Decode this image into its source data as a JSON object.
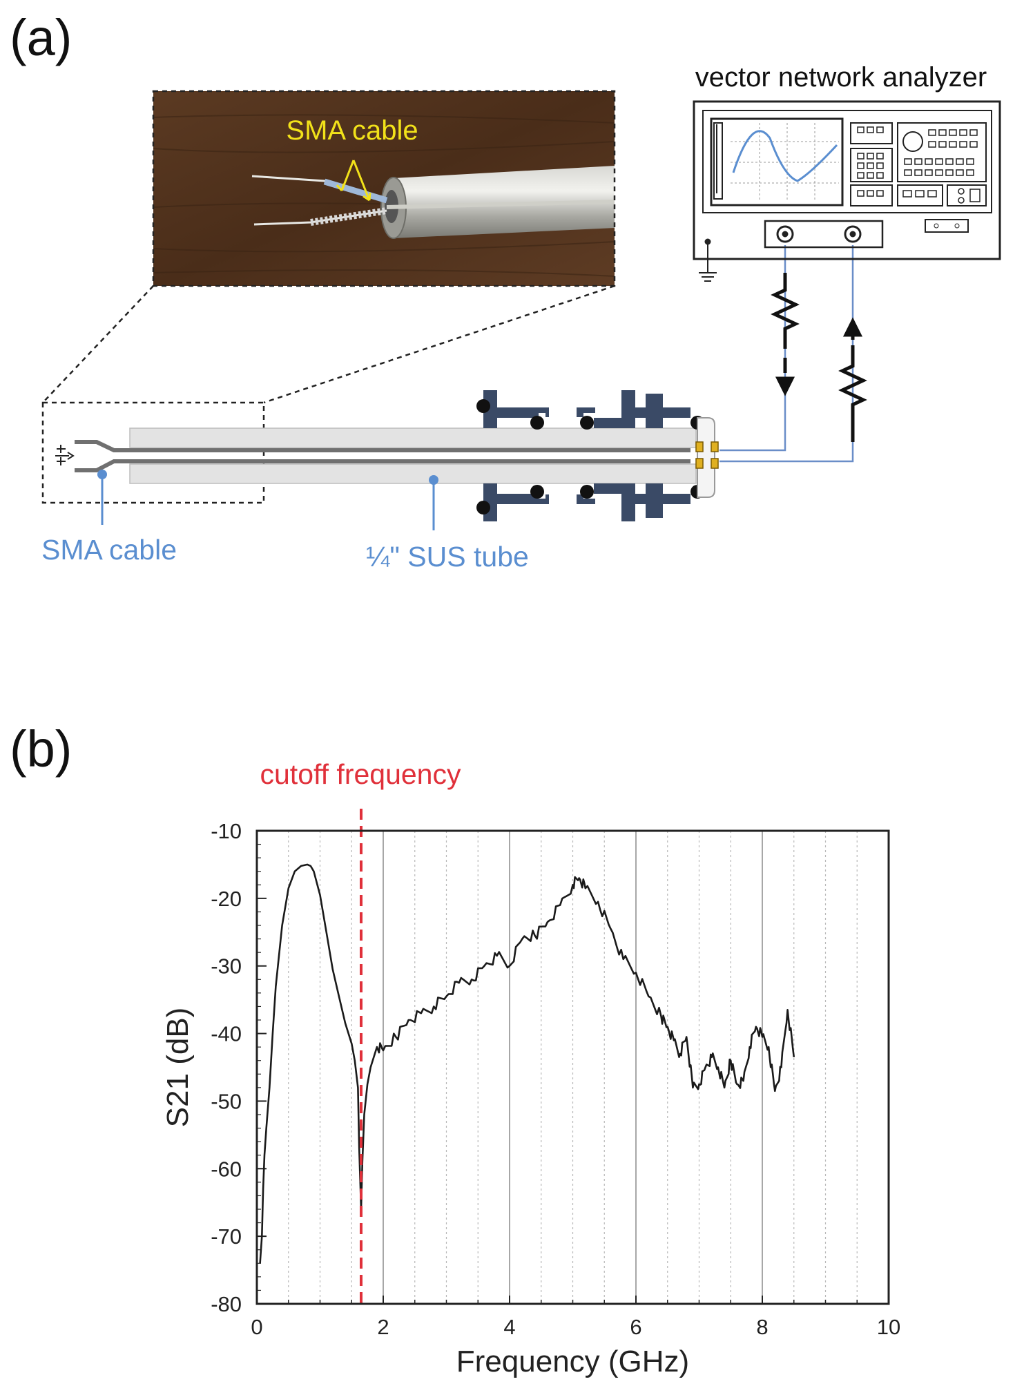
{
  "panel_a": {
    "label": "(a)",
    "photo_label": "SMA cable",
    "vna_label": "vector network analyzer",
    "sma_label": "SMA cable",
    "tube_label": "¼\" SUS tube",
    "colors": {
      "photo_label": "#f2e21a",
      "callout": "#5a8ed0",
      "navy": "#3a4a66",
      "gold": "#e0b020"
    }
  },
  "panel_b": {
    "label": "(b)",
    "cutoff_label": "cutoff frequency",
    "cutoff_color": "#e0303a"
  },
  "chart_data": {
    "type": "line",
    "xlabel": "Frequency (GHz)",
    "ylabel": "S21 (dB)",
    "xlim": [
      0,
      10
    ],
    "ylim": [
      -80,
      -10
    ],
    "xticks": [
      0,
      2,
      4,
      6,
      8,
      10
    ],
    "yticks": [
      -10,
      -20,
      -30,
      -40,
      -50,
      -60,
      -70,
      -80
    ],
    "minor_grid_x_step": 0.5,
    "grid": true,
    "cutoff_frequency": 1.65,
    "series": [
      {
        "color": "#1a1a1a",
        "x": [
          0.05,
          0.08,
          0.1,
          0.12,
          0.15,
          0.2,
          0.25,
          0.3,
          0.4,
          0.5,
          0.6,
          0.7,
          0.8,
          0.85,
          0.9,
          1.0,
          1.1,
          1.2,
          1.3,
          1.4,
          1.5,
          1.55,
          1.6,
          1.62,
          1.65,
          1.67,
          1.7,
          1.75,
          1.8,
          1.9,
          2.0,
          2.2,
          2.4,
          2.6,
          2.8,
          3.0,
          3.2,
          3.4,
          3.6,
          3.8,
          4.0,
          4.2,
          4.4,
          4.6,
          4.8,
          5.0,
          5.1,
          5.2,
          5.4,
          5.6,
          5.8,
          6.0,
          6.2,
          6.4,
          6.5,
          6.6,
          6.7,
          6.8,
          6.9,
          7.0,
          7.1,
          7.2,
          7.3,
          7.4,
          7.5,
          7.6,
          7.7,
          7.8,
          7.9,
          8.0,
          8.1,
          8.2,
          8.3,
          8.4,
          8.5
        ],
        "y": [
          -74,
          -70,
          -63,
          -58,
          -54,
          -48,
          -40,
          -33,
          -24,
          -18.5,
          -16,
          -15.2,
          -15,
          -15.2,
          -16,
          -19.5,
          -25,
          -30.5,
          -34.5,
          -38.5,
          -41.5,
          -44,
          -48,
          -57,
          -66,
          -59,
          -52,
          -47.5,
          -45,
          -42,
          -42.5,
          -40.5,
          -38,
          -37,
          -36,
          -34.5,
          -32.5,
          -32,
          -30,
          -28.5,
          -30,
          -26,
          -25.5,
          -23.5,
          -21,
          -18,
          -17,
          -18.5,
          -20.5,
          -24.5,
          -29,
          -31,
          -34.5,
          -37.5,
          -39,
          -41,
          -43,
          -40.5,
          -48,
          -47.5,
          -45,
          -43.5,
          -45,
          -48,
          -44,
          -47.5,
          -47,
          -42,
          -39,
          -40.5,
          -42,
          -48.5,
          -45,
          -36.5,
          -43.5
        ]
      }
    ]
  }
}
